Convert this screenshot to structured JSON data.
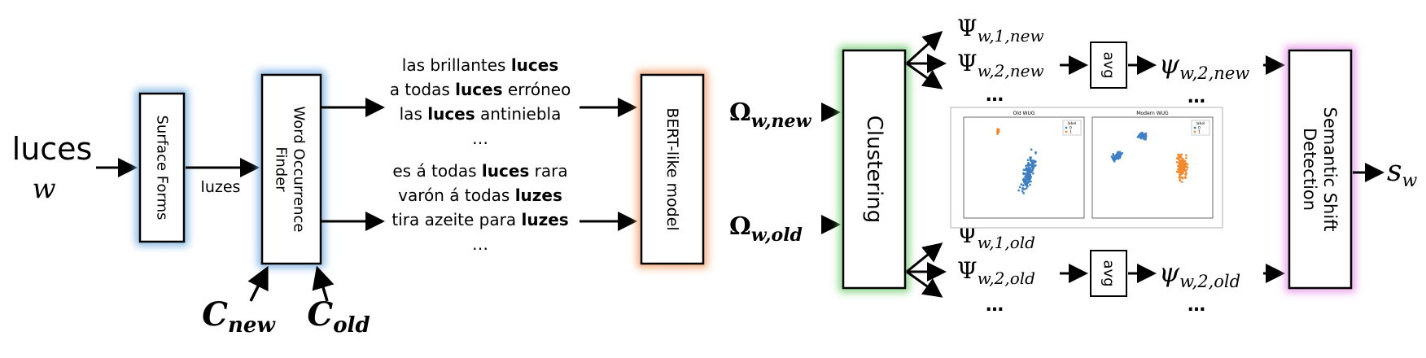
{
  "input": {
    "word": "luces",
    "symbol": "w"
  },
  "surface_forms": {
    "label": "Surface Forms",
    "output_label": "luzes"
  },
  "occurrence_finder": {
    "label_line1": "Word Occurrence",
    "label_line2": "Finder"
  },
  "corpora": {
    "new": {
      "main": "C",
      "sub": "new"
    },
    "old": {
      "main": "C",
      "sub": "old"
    }
  },
  "sentences_new": [
    {
      "parts": [
        {
          "t": "las brillantes ",
          "b": false
        },
        {
          "t": "luces",
          "b": true
        }
      ]
    },
    {
      "parts": [
        {
          "t": "a todas ",
          "b": false
        },
        {
          "t": "luces",
          "b": true
        },
        {
          "t": " erróneo",
          "b": false
        }
      ]
    },
    {
      "parts": [
        {
          "t": "las ",
          "b": false
        },
        {
          "t": "luces",
          "b": true
        },
        {
          "t": " antiniebla",
          "b": false
        }
      ]
    },
    {
      "parts": [
        {
          "t": "…",
          "b": false
        }
      ]
    }
  ],
  "sentences_old": [
    {
      "parts": [
        {
          "t": "es á todas ",
          "b": false
        },
        {
          "t": "luces",
          "b": true
        },
        {
          "t": " rara",
          "b": false
        }
      ]
    },
    {
      "parts": [
        {
          "t": "varón á todas ",
          "b": false
        },
        {
          "t": "luzes",
          "b": true
        }
      ]
    },
    {
      "parts": [
        {
          "t": "tira azeite para ",
          "b": false
        },
        {
          "t": "luzes",
          "b": true
        }
      ]
    },
    {
      "parts": [
        {
          "t": "…",
          "b": false
        }
      ]
    }
  ],
  "bert": {
    "label": "BERT-like model"
  },
  "embeddings": {
    "new": {
      "main": "Ω",
      "sub": "w,new"
    },
    "old": {
      "main": "Ω",
      "sub": "w,old"
    }
  },
  "clustering": {
    "label": "Clustering"
  },
  "clusters_new": [
    {
      "main": "Ψ",
      "sub": "w,1,new"
    },
    {
      "main": "Ψ",
      "sub": "w,2,new"
    }
  ],
  "clusters_old": [
    {
      "main": "Ψ",
      "sub": "w,1,old"
    },
    {
      "main": "Ψ",
      "sub": "w,2,old"
    }
  ],
  "ellipsis": "…",
  "avg_label": "avg",
  "psi_new": {
    "main": "ψ",
    "sub": "w,2,new"
  },
  "psi_old": {
    "main": "ψ",
    "sub": "w,2,old"
  },
  "plot_left": {
    "title": "Old WUG",
    "legend_title": "label",
    "legend": [
      "0",
      "1"
    ]
  },
  "plot_right": {
    "title": "Modern WUG",
    "legend_title": "label",
    "legend": [
      "0",
      "1"
    ]
  },
  "semantic_shift": {
    "label_line1": "Semantic Shift",
    "label_line2": "Detection"
  },
  "output": {
    "main": "s",
    "sub": "w"
  },
  "colors": {
    "surface_glow": "#7fb2e0",
    "finder_glow": "#7fb2e0",
    "bert_glow": "#f4a472",
    "clustering_glow": "#7ed07e",
    "shift_glow": "#e79be7",
    "scatter_blue": "#3d7fc1",
    "scatter_orange": "#f08a2e"
  }
}
